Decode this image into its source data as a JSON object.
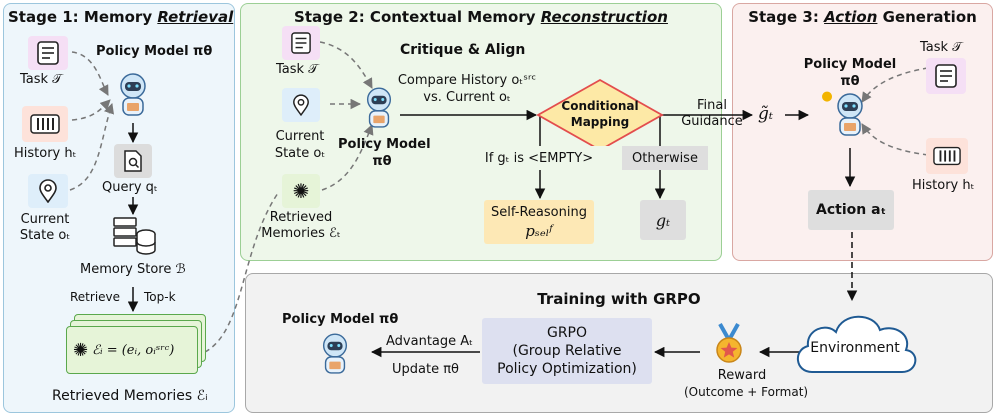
{
  "stage1": {
    "title_prefix": "Stage 1: Memory ",
    "title_em": "Retrieval",
    "policy_label": "Policy Model πθ",
    "task_label": "Task 𝒯",
    "history_label": "History hₜ",
    "state_line1": "Current",
    "state_line2": "State oₜ",
    "query_label": "Query qₜ",
    "memory_store_label": "Memory Store ℬ",
    "retrieve_label": "Retrieve",
    "topk_label": "Top-k",
    "memory_formula": "ℰᵢ = (eᵢ, oᵢˢʳᶜ)",
    "retrieved_label": "Retrieved Memories ℰᵢ"
  },
  "stage2": {
    "title_prefix": "Stage 2: Contextual Memory ",
    "title_em": "Reconstruction",
    "critique_label": "Critique & Align",
    "task_label": "Task 𝒯",
    "state_line1": "Current",
    "state_line2": "State oₜ",
    "memories_line1": "Retrieved",
    "memories_line2": "Memories ℰₜ",
    "policy_line1": "Policy Model",
    "policy_line2": "πθ",
    "compare_line1": "Compare History oₜˢʳᶜ",
    "compare_line2": "vs. Current oₜ",
    "conditional_line1": "Conditional",
    "conditional_line2": "Mapping",
    "final_line1": "Final",
    "final_line2": "Guidance",
    "g_tilde": "g̃ₜ",
    "if_label": "If gₜ is <EMPTY>",
    "otherwise_label": "Otherwise",
    "self_reasoning_line1": "Self-Reasoning",
    "self_reasoning_line2": "pₛₑₗᶠ",
    "g_label": "gₜ"
  },
  "stage3": {
    "title_prefix": "Stage 3: ",
    "title_em": "Action",
    "title_suffix": " Generation",
    "policy_line1": "Policy Model",
    "policy_line2": "πθ",
    "task_label": "Task 𝒯",
    "history_label": "History hₜ",
    "action_label": "Action aₜ"
  },
  "training": {
    "title": "Training with GRPO",
    "policy_label": "Policy Model πθ",
    "advantage_label": "Advantage Aₜ",
    "update_label": "Update πθ",
    "grpo_line1": "GRPO",
    "grpo_line2": "(Group Relative",
    "grpo_line3": "Policy Optimization)",
    "reward_label": "Reward",
    "reward_sub": "(Outcome + Format)",
    "environment_label": "Environment"
  },
  "colors": {
    "stage1_bg": "#eef6fb",
    "stage1_border": "#9cc6dd",
    "stage2_bg": "#eef7ea",
    "stage2_border": "#9ccf95",
    "stage3_bg": "#fbf0ef",
    "stage3_border": "#d9a7a2",
    "training_bg": "#f2f2f2",
    "training_border": "#a8a8a8",
    "diamond": "#fde9a6",
    "diamond_border": "#e34d4d",
    "self_reasoning": "#fde8b5",
    "grpo": "#dde0f0",
    "grey_box": "#dedede",
    "task_icon": "#f5dff5",
    "history_icon": "#fde2da",
    "state_icon": "#deeefa",
    "memory_card": "#e6f4d8",
    "memory_card_border": "#5aa84c"
  }
}
